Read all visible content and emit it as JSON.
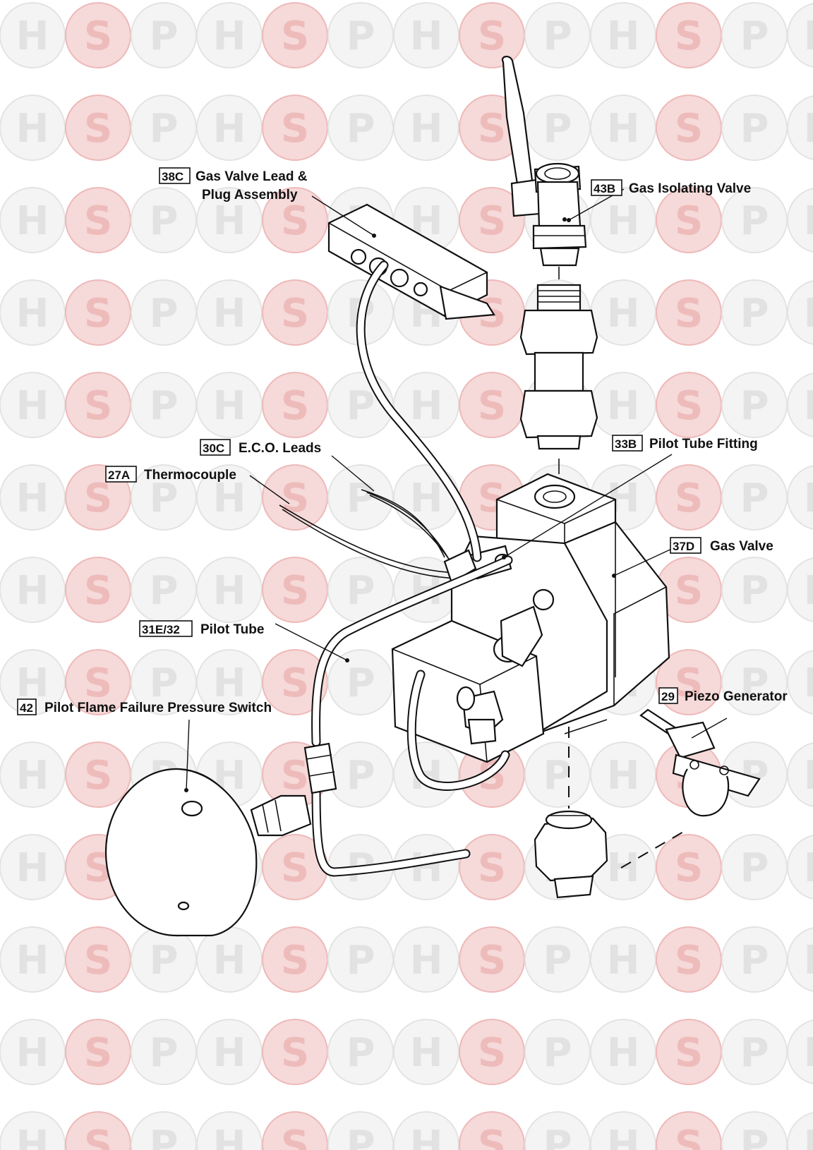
{
  "watermark": {
    "letters": [
      "H",
      "S",
      "P"
    ]
  },
  "callouts": [
    {
      "id": "gas-valve-lead",
      "code": "38C",
      "line1": "Gas Valve Lead &",
      "line2": "Plug Assembly"
    },
    {
      "id": "gas-isolating-valve",
      "code": "43B",
      "line1": "Gas Isolating Valve"
    },
    {
      "id": "eco-leads",
      "code": "30C",
      "line1": "E.C.O. Leads"
    },
    {
      "id": "pilot-tube-fitting",
      "code": "33B",
      "line1": "Pilot Tube Fitting"
    },
    {
      "id": "thermocouple",
      "code": "27A",
      "line1": "Thermocouple"
    },
    {
      "id": "gas-valve",
      "code": "37D",
      "line1": "Gas Valve"
    },
    {
      "id": "pilot-tube",
      "code": "31E/32",
      "line1": "Pilot Tube"
    },
    {
      "id": "piezo-generator",
      "code": "29",
      "line1": "Piezo  Generator"
    },
    {
      "id": "pressure-switch",
      "code": "42",
      "line1": "Pilot Flame Failure Pressure Switch"
    }
  ]
}
